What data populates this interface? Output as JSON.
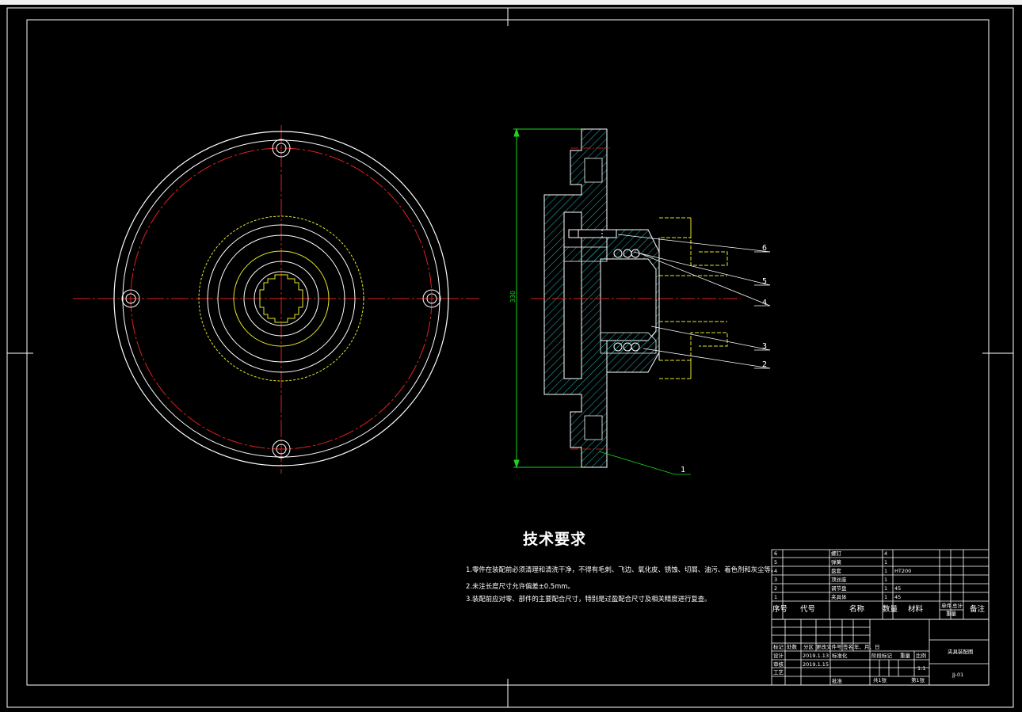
{
  "drawing": {
    "tech_title": "技术要求",
    "notes": [
      "1.零件在装配前必须清理和清洗干净，不得有毛刺、飞边、氧化皮、锈蚀、切屑、油污、着色剂和灰尘等。",
      "2.未注长度尺寸允许偏差±0.5mm。",
      "3.装配前应对零、部件的主要配合尺寸，特别是过盈配合尺寸及相关精度进行复查。"
    ],
    "overall_dimension": "330",
    "balloons": [
      "6",
      "5",
      "4",
      "3",
      "2",
      "1"
    ]
  },
  "parts_list": {
    "rows": [
      {
        "no": "6",
        "name": "螺钉",
        "qty": "4",
        "material": ""
      },
      {
        "no": "5",
        "name": "弹簧",
        "qty": "1",
        "material": ""
      },
      {
        "no": "4",
        "name": "盘套",
        "qty": "1",
        "material": "HT200"
      },
      {
        "no": "3",
        "name": "顶丝座",
        "qty": "1",
        "material": ""
      },
      {
        "no": "2",
        "name": "调节盘",
        "qty": "1",
        "material": "45"
      },
      {
        "no": "1",
        "name": "夹具体",
        "qty": "1",
        "material": "45"
      }
    ],
    "header": {
      "no": "序号",
      "code": "代号",
      "name": "名称",
      "qty": "数量",
      "material": "材料",
      "unit_weight": "单件",
      "total_weight": "总计",
      "weight": "重量",
      "remarks": "备注"
    }
  },
  "title_block": {
    "drawing_name": "夹具装配图",
    "drawing_code": "JJ-01",
    "scale": "1:1",
    "sheets_total": "共1张",
    "sheet_no": "第1张",
    "marks_row": [
      "标记",
      "处数",
      "分区",
      "更改文件号",
      "签名",
      "年、月、日"
    ],
    "design": "设计",
    "design_date": "2019.1.13",
    "standardize": "标准化",
    "review": "审核",
    "review_date": "2019.1.15",
    "process": "工艺",
    "approve": "批准",
    "stage": "阶段标记",
    "weight": "重量",
    "scale_label": "比例"
  }
}
